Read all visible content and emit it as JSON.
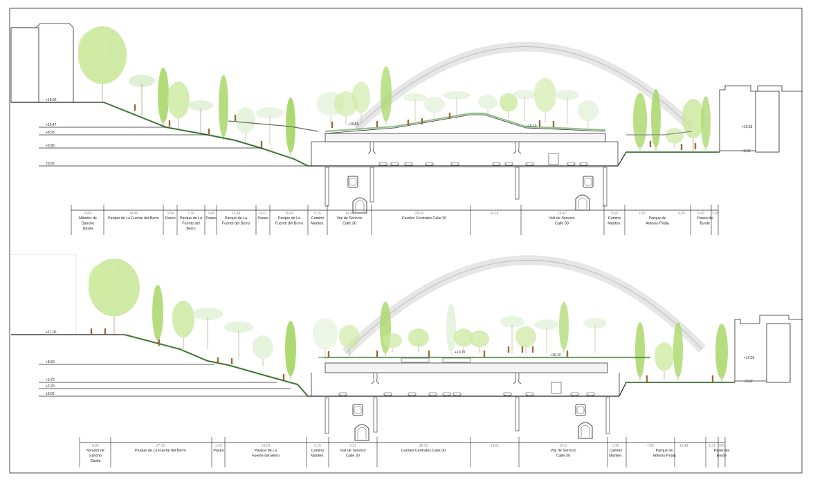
{
  "level_labels": {
    "top_left": [
      "+18,90",
      "+10,47",
      "+8,55",
      "+5,80",
      "±0,00"
    ],
    "top_right": [
      "+10,55",
      "+3,62"
    ],
    "top_deck": [
      "+10,53",
      "+10,10"
    ],
    "bottom_left": [
      "+17,00",
      "+8,50",
      "+3,70",
      "+2,20",
      "±0,00"
    ],
    "bottom_right": [
      "+10,55",
      "+3,62"
    ],
    "bottom_deck": [
      "+10,70",
      "+10,10"
    ]
  },
  "top_table": {
    "dims": [
      "8,84",
      "18,46",
      "3,54",
      "7,30",
      "3,43",
      "12,44",
      "4,32",
      "15,00",
      "5,25",
      "14,33",
      "28,20",
      "14,14",
      "23,47",
      "5,50",
      "7,80",
      "5,50",
      "5,43",
      "2,60"
    ],
    "labels": [
      "Mirador de\nSancho\nDavila",
      "Parque de La Fuente del Berro",
      "Paseo",
      "Parque de La\nFuente del\nBerro",
      "Paseo",
      "Parque de La\nFuente del Berro",
      "Paseo",
      "Parque de La\nFuente del Berro",
      "Camino\nManten.",
      "Vial de Servicio\nCalle 30",
      "Carriles Centrales Calle 30",
      "Vial de Servicio\nCalle 30",
      "Camino\nManten.",
      "Parque de\nAntonio Pirala",
      "Paseo de\nBorde"
    ]
  },
  "bottom_table": {
    "dims": [
      "8,89",
      "27,33",
      "3,43",
      "23,23",
      "5,25",
      "2,31",
      "28,33",
      "13,51",
      "25,9",
      "5,50",
      "7,80",
      "13,48",
      "1,31",
      "2,80"
    ],
    "labels": [
      "Mirador de\nSancho\nDavila",
      "Parque de La Fuente del Berro",
      "Paseo",
      "Parque de La\nFuente del Berro",
      "Camino\nManten.",
      "Vial de Servicio\nCalle 30",
      "Carriles Centrales Calle 30",
      "Vial de Servicio\nCalle 30",
      "Camino\nManten.",
      "Parque de\nAntonio Pirala",
      "Paseo de\nBorde"
    ]
  },
  "colors": {
    "terrain_line": "#1a1a1a",
    "grass_dark": "#3e8f2e",
    "tree_light": "#cde9a0",
    "tree_mid": "#a9d86a",
    "tree_pale": "#dcefd0",
    "arch": "#c9c9c9",
    "people": "#9a6a3a"
  }
}
